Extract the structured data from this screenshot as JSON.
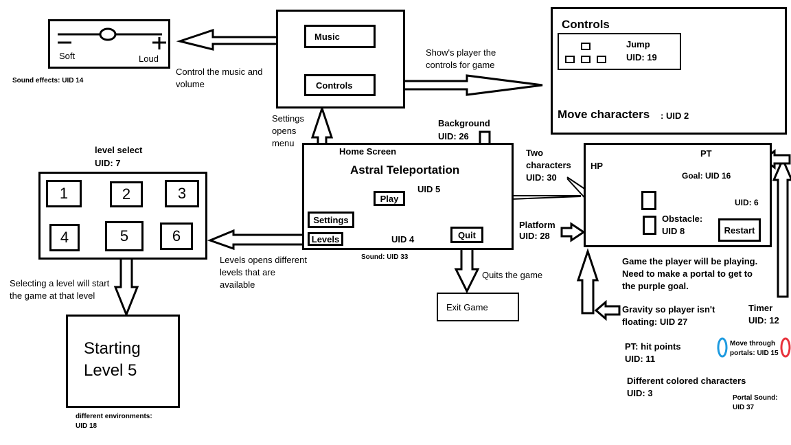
{
  "settings": {
    "music": "Music",
    "controls": "Controls",
    "caption": [
      "Settings",
      "opens",
      "menu"
    ]
  },
  "sound": {
    "soft": "Soft",
    "loud": "Loud",
    "effects": "Sound effects: UID 14",
    "music_desc": [
      "Control the music and",
      "volume"
    ]
  },
  "controls_panel": {
    "title": "Controls",
    "jump": "Jump",
    "jump_uid": "UID: 19",
    "move": "Move characters",
    "move_uid": ": UID 2",
    "desc": [
      "Show's player the",
      "controls for game"
    ]
  },
  "home": {
    "label": "Home Screen",
    "title": "Astral Teleportation",
    "uid5": "UID 5",
    "play": "Play",
    "settings": "Settings",
    "levels": "Levels",
    "uid4": "UID 4",
    "quit": "Quit",
    "sound": "Sound: UID 33"
  },
  "background": {
    "label": "Background",
    "uid": "UID: 26"
  },
  "level_select": {
    "title": "level select",
    "uid": "UID: 7",
    "levels": [
      "1",
      "2",
      "3",
      "4",
      "5",
      "6"
    ],
    "levels_desc": [
      "Levels opens different",
      "levels that are",
      "available"
    ],
    "select_desc": [
      "Selecting a level will start",
      "the game at that level"
    ]
  },
  "starting": {
    "line1": "Starting",
    "line2": "Level 5",
    "env": [
      "different environments:",
      "UID 18"
    ]
  },
  "exit": {
    "label": "Exit Game",
    "quits": "Quits the game"
  },
  "game": {
    "two_chars": [
      "Two",
      "characters",
      "UID: 30"
    ],
    "hp": "HP",
    "pt": "PT",
    "goal": "Goal: UID 16",
    "uid6": "UID: 6",
    "obstacle": [
      "Obstacle:",
      "UID 8"
    ],
    "restart": "Restart",
    "platform": [
      "Platform",
      "UID: 28"
    ],
    "desc": [
      "Game the player will be playing.",
      "Need to make a portal to get to",
      "the purple goal."
    ],
    "gravity": [
      "Gravity so player isn't",
      "floating: UID 27"
    ],
    "timer": [
      "Timer",
      "UID: 12"
    ],
    "pt_desc": [
      "PT: hit points",
      "UID: 11"
    ],
    "portals": [
      "Move through",
      "portals: UID 15"
    ],
    "colored": [
      "Different colored characters",
      "UID: 3"
    ],
    "portal_sound": [
      "Portal Sound:",
      "UID 37"
    ]
  },
  "colors": {
    "red": "#e8323c",
    "blue": "#1e9be0",
    "purple": "#9b4fa5",
    "stroke": "#000000"
  }
}
